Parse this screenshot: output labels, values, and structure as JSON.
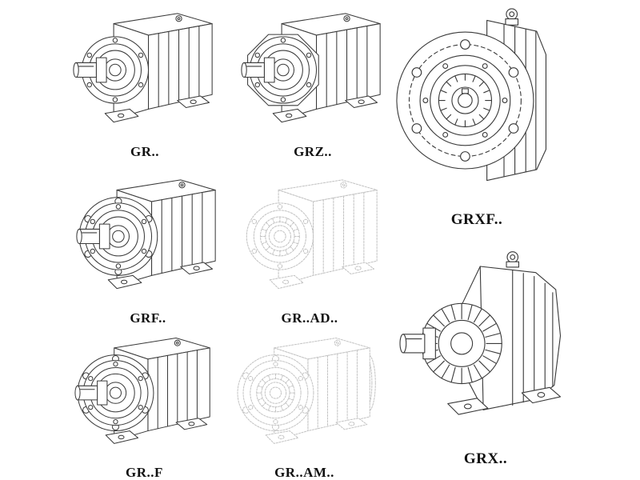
{
  "page": {
    "background": "#ffffff",
    "line_color": "#3a3a3a",
    "faded_line_color": "#c3c3c3",
    "label_color": "#111111"
  },
  "figures": [
    {
      "id": "gr",
      "label": "GR..",
      "style": "solid",
      "drawing": "helical-gear-reducer-foot-mounted-isometric"
    },
    {
      "id": "grz",
      "label": "GRZ..",
      "style": "solid",
      "drawing": "helical-gear-reducer-octagonal-face-isometric"
    },
    {
      "id": "grxf",
      "label": "GRXF..",
      "style": "solid",
      "drawing": "helical-gear-reducer-flange-front-view"
    },
    {
      "id": "grf",
      "label": "GRF..",
      "style": "solid",
      "drawing": "helical-gear-reducer-flange-mounted-isometric"
    },
    {
      "id": "grad",
      "label": "GR..AD..",
      "style": "faded",
      "drawing": "helical-gear-reducer-input-adapter-ghosted"
    },
    {
      "id": "grff",
      "label": "GR..F",
      "style": "solid",
      "drawing": "helical-gear-reducer-flange-mounted-isometric"
    },
    {
      "id": "gram",
      "label": "GR..AM..",
      "style": "faded",
      "drawing": "helical-gear-reducer-motor-adapter-ghosted"
    },
    {
      "id": "grx",
      "label": "GRX..",
      "style": "solid",
      "drawing": "helical-gear-reducer-finned-housing-isometric"
    }
  ]
}
